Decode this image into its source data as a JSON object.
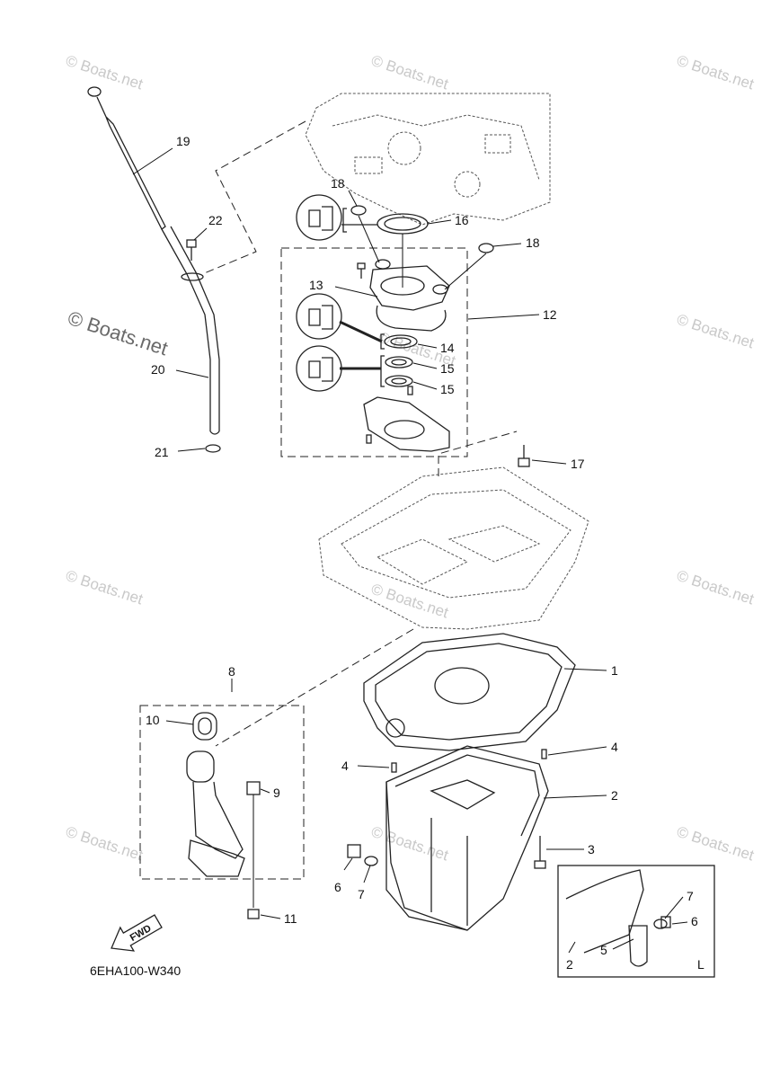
{
  "diagram": {
    "code": "6EHA100-W340",
    "fwd_label": "FWD",
    "detail_label": "L",
    "watermark": "© Boats.net",
    "callouts": {
      "c1": "1",
      "c2": "2",
      "c2b": "2",
      "c3": "3",
      "c4a": "4",
      "c4b": "4",
      "c5": "5",
      "c6a": "6",
      "c6b": "6",
      "c7a": "7",
      "c7b": "7",
      "c8": "8",
      "c9": "9",
      "c10": "10",
      "c11": "11",
      "c12": "12",
      "c13": "13",
      "c14": "14",
      "c15a": "15",
      "c15b": "15",
      "c16": "16",
      "c17": "17",
      "c18a": "18",
      "c18b": "18",
      "c19": "19",
      "c20": "20",
      "c21": "21",
      "c22": "22"
    }
  }
}
